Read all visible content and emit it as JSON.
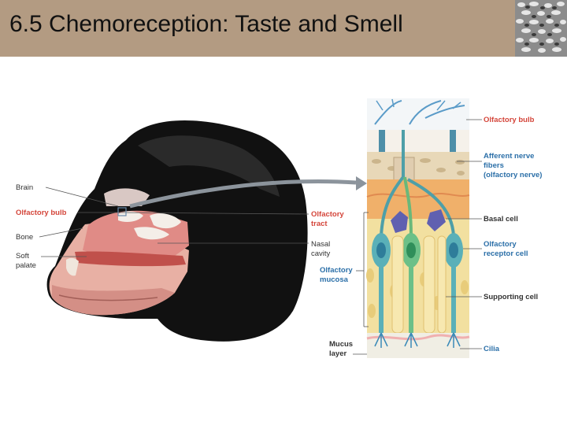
{
  "title": "6.5 Chemoreception: Taste and Smell",
  "colors": {
    "title_bar": "#b39b82",
    "red_label": "#d4453a",
    "blue_label": "#2b6fa8"
  },
  "head_labels": {
    "brain": "Brain",
    "olfactory_bulb": "Olfactory bulb",
    "bone": "Bone",
    "soft_palate_line1": "Soft",
    "soft_palate_line2": "palate",
    "olfactory_tract_line1": "Olfactory",
    "olfactory_tract_line2": "tract",
    "nasal_cavity_line1": "Nasal",
    "nasal_cavity_line2": "cavity",
    "olfactory_mucosa_line1": "Olfactory",
    "olfactory_mucosa_line2": "mucosa"
  },
  "detail_labels": {
    "olfactory_bulb": "Olfactory bulb",
    "afferent_line1": "Afferent nerve",
    "afferent_line2": "fibers",
    "afferent_line3": "(olfactory nerve)",
    "basal_cell": "Basal cell",
    "receptor_line1": "Olfactory",
    "receptor_line2": "receptor cell",
    "supporting_cell": "Supporting cell",
    "cilia": "Cilia",
    "mucus_line1": "Mucus",
    "mucus_line2": "layer"
  },
  "icons": {
    "corner": "textured-pattern-image",
    "head": "chimpanzee-head-illustration",
    "tissue": "olfactory-epithelium-illustration"
  }
}
